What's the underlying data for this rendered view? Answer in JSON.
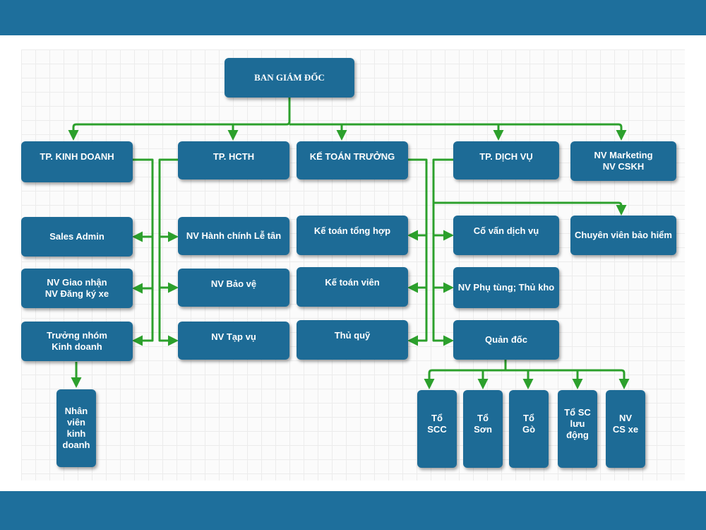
{
  "colors": {
    "band": "#1e6f9c",
    "box": "#1d6b96",
    "connector": "#2ca02c"
  },
  "nodes": {
    "board": "BAN GIÁM ĐỐC",
    "sales_head": "TP. KINH DOANH",
    "admin_head": "TP. HCTH",
    "chief_accountant": "KẾ TOÁN TRƯỞNG",
    "service_head": "TP. DỊCH VỤ",
    "marketing": "NV Marketing\nNV CSKH",
    "sales_admin": "Sales Admin",
    "delivery": "NV Giao nhận\nNV Đăng ký xe",
    "sales_lead": "Trưởng nhóm\nKinh doanh",
    "sales_staff": "Nhân\nviên\nkinh\ndoanh",
    "reception": "NV Hành chính Lễ tân",
    "security": "NV Bảo vệ",
    "janitor": "NV Tạp vụ",
    "general_accountant": "Kế toán tổng hợp",
    "accountant": "Kế toán viên",
    "cashier": "Thủ quỹ",
    "service_advisor": "Cố vấn dịch vụ",
    "parts": "NV Phụ tùng; Thủ kho",
    "foreman": "Quản đốc",
    "insurance": "Chuyên viên bảo hiểm",
    "team_scc": "Tổ\nSCC",
    "team_paint": "Tổ\nSơn",
    "team_body": "Tổ\nGò",
    "team_mobile": "Tổ SC\nlưu\nđộng",
    "team_carcare": "NV\nCS xe"
  }
}
